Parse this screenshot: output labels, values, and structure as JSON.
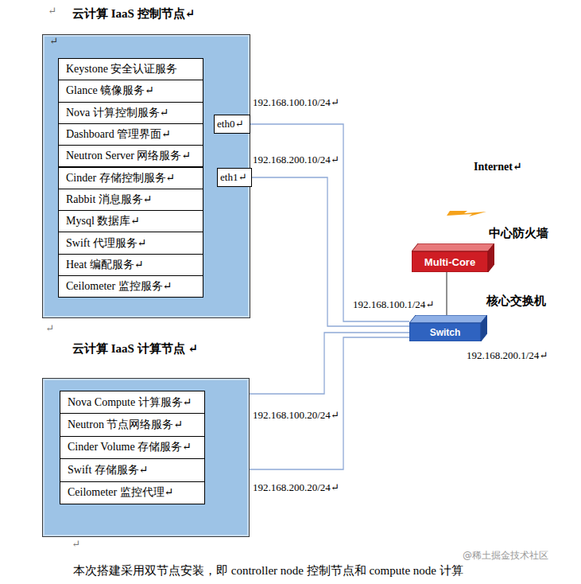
{
  "diagram": {
    "caption": "本次搭建采用双节点安装，即 controller node 控制节点和 compute node 计算",
    "nodes": [
      {
        "text": [
          "云计算 IaaS 控制节点↵"
        ]
      },
      {
        "text": [
          "Keystone 安全认证服务"
        ],
        "in": 0
      },
      {
        "text": [
          "Glance 镜像服务↵"
        ],
        "in": 0
      },
      {
        "text": [
          "Nova 计算控制服务↵"
        ],
        "in": 0
      },
      {
        "text": [
          "Dashboard 管理界面↵"
        ],
        "in": 0
      },
      {
        "text": [
          "Neutron Server 网络服务↵"
        ],
        "in": 0
      },
      {
        "text": [
          "Cinder 存储控制服务↵"
        ],
        "in": 0
      },
      {
        "text": [
          "Rabbit 消息服务↵"
        ],
        "in": 0
      },
      {
        "text": [
          "Mysql 数据库↵"
        ],
        "in": 0
      },
      {
        "text": [
          "Swift  代理服务↵"
        ],
        "in": 0
      },
      {
        "text": [
          "Heat 编配服务↵"
        ],
        "in": 0
      },
      {
        "text": [
          "Ceilometer  监控服务↵"
        ],
        "in": 0
      },
      {
        "text": [
          "eth0↵"
        ],
        "in": 0
      },
      {
        "text": [
          "eth1↵"
        ],
        "in": 0
      },
      {
        "text": [
          "云计算 IaaS 计算节点 ↵"
        ]
      },
      {
        "text": [
          "Nova Compute 计算服务↵"
        ],
        "in": 14
      },
      {
        "text": [
          "Neutron 节点网络服务↵"
        ],
        "in": 14
      },
      {
        "text": [
          "Cinder Volume 存储服务↵"
        ],
        "in": 14
      },
      {
        "text": [
          "Swift  存储服务↵"
        ],
        "in": 14
      },
      {
        "text": [
          "Ceilometer 监控代理↵"
        ],
        "in": 14
      },
      {
        "text": [
          "Multi-Core"
        ]
      },
      {
        "text": [
          "Switch"
        ]
      }
    ],
    "edges": [
      {
        "from": 12,
        "to": 21,
        "arrow": "none",
        "label": "192.168.100.10/24↵"
      },
      {
        "from": 13,
        "to": 21,
        "arrow": "none",
        "label": "192.168.200.10/24↵"
      },
      {
        "from": 14,
        "to": 21,
        "arrow": "none",
        "label": "192.168.100.20/24↵"
      },
      {
        "from": 14,
        "to": 21,
        "arrow": "none",
        "label": "192.168.200.20/24↵"
      },
      {
        "from": 20,
        "to": 21,
        "arrow": "none"
      }
    ],
    "labels": [
      "↵",
      "↵",
      "Internet↵",
      "中心防火墙",
      "192.168.100.1/24↵",
      "核心交换机",
      "192.168.200.1/24↵",
      "↵",
      "↵",
      "@稀土掘金技术社区"
    ]
  }
}
